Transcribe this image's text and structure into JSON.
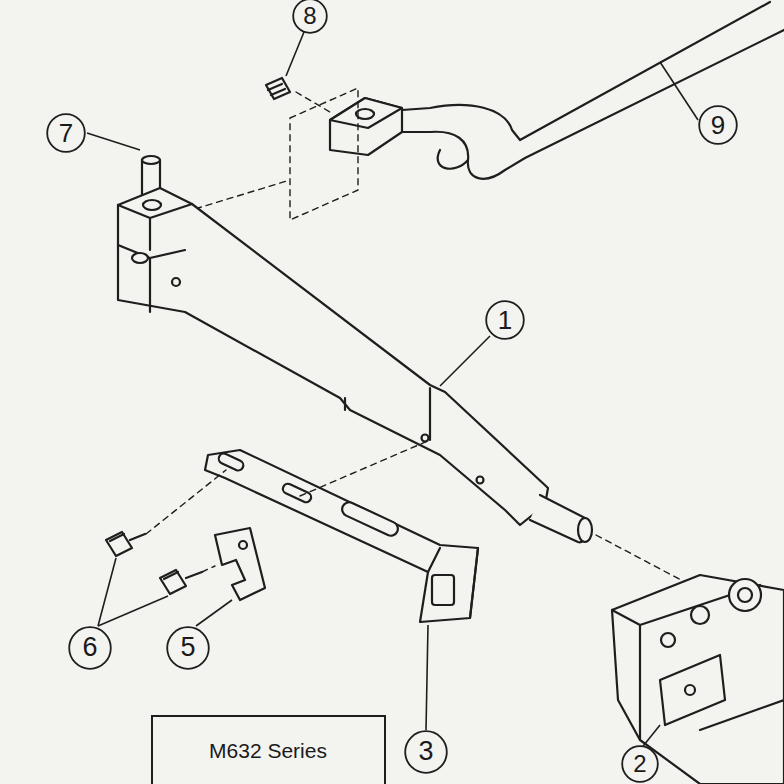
{
  "diagram": {
    "nodes": [
      {
        "text": [
          "8"
        ]
      },
      {
        "text": [
          "7"
        ]
      },
      {
        "text": [
          "9"
        ]
      },
      {
        "text": [
          "1"
        ]
      },
      {
        "text": [
          "6"
        ]
      },
      {
        "text": [
          "5"
        ]
      },
      {
        "text": [
          "M632 Series"
        ]
      },
      {
        "text": [
          "3"
        ]
      },
      {
        "text": [
          "2"
        ]
      }
    ],
    "edges": []
  }
}
